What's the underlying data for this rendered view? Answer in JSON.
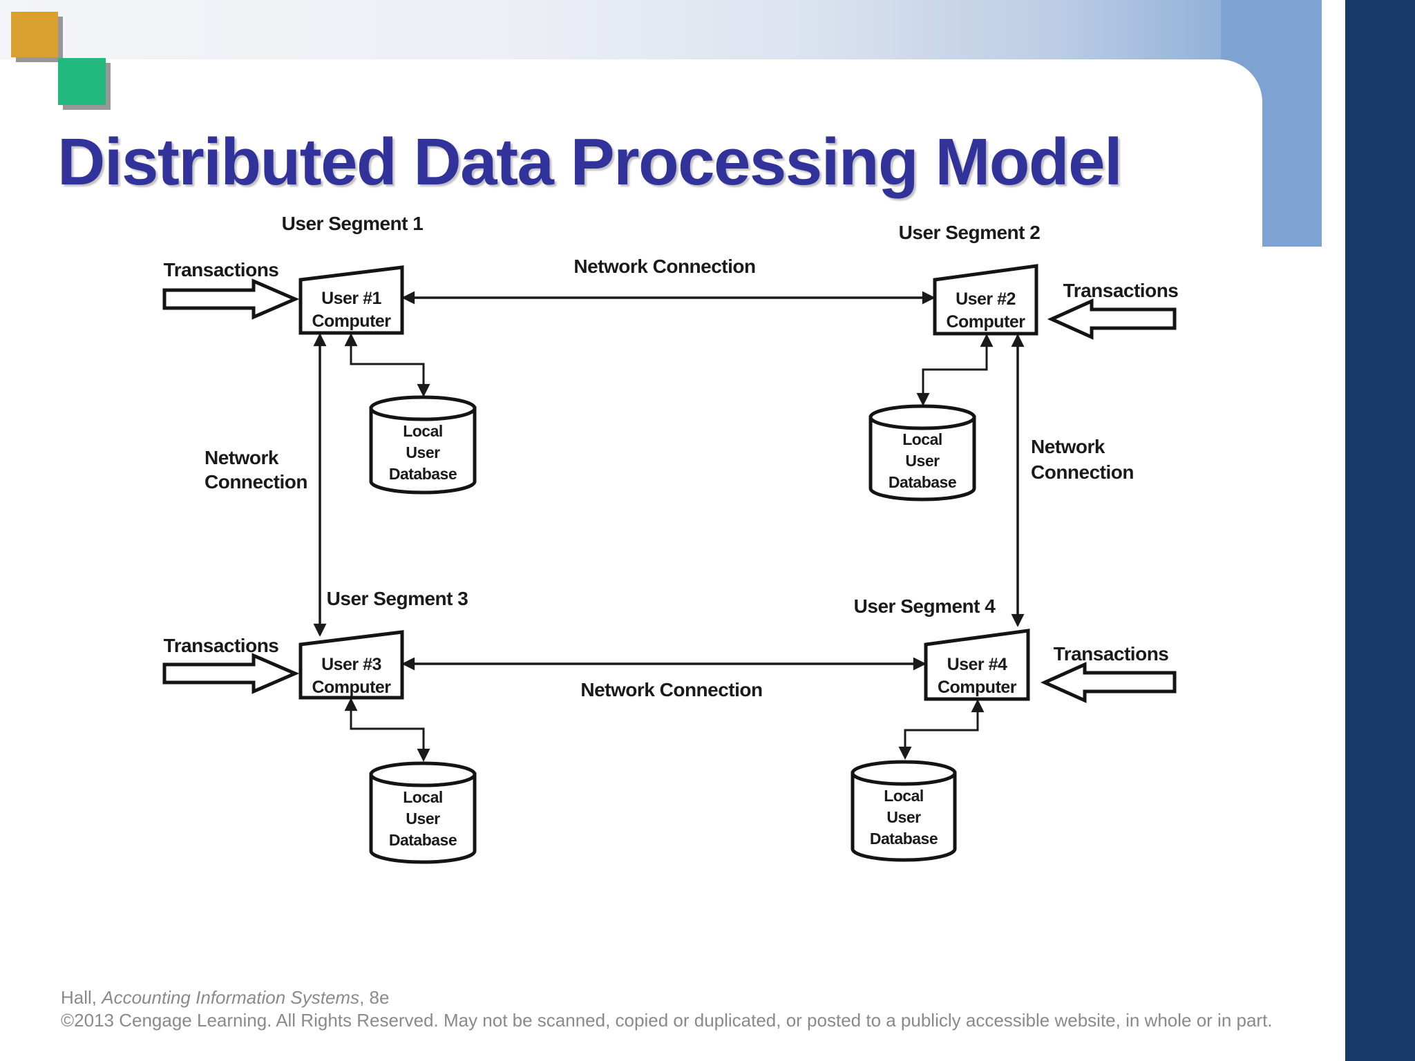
{
  "title": "Distributed Data Processing Model",
  "diagram": {
    "labels": {
      "network_connection": "Network Connection",
      "network": "Network",
      "connection": "Connection",
      "transactions": "Transactions"
    },
    "db": {
      "l1": "Local",
      "l2": "User",
      "l3": "Database"
    },
    "segments": [
      {
        "label": "User Segment 1",
        "computer_l1": "User #1",
        "computer_l2": "Computer"
      },
      {
        "label": "User Segment 2",
        "computer_l1": "User #2",
        "computer_l2": "Computer"
      },
      {
        "label": "User Segment 3",
        "computer_l1": "User #3",
        "computer_l2": "Computer"
      },
      {
        "label": "User Segment 4",
        "computer_l1": "User #4",
        "computer_l2": "Computer"
      }
    ]
  },
  "footer": {
    "line1_pre": "Hall, ",
    "line1_italic": "Accounting Information Systems",
    "line1_post": ", 8e",
    "line2": "©2013 Cengage Learning. All Rights Reserved. May not be scanned, copied or duplicated, or posted to a publicly accessible website, in whole or in part."
  }
}
